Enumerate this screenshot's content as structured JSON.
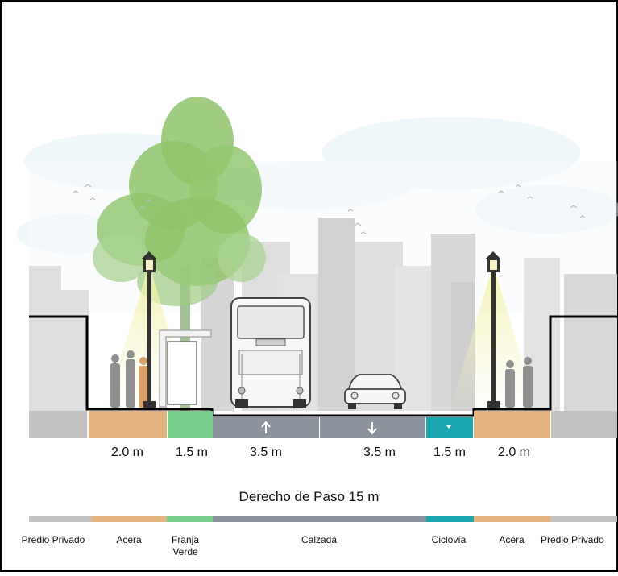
{
  "colors": {
    "predio": "#c2c2c2",
    "acera": "#e3b27f",
    "franja": "#79cf8e",
    "calzada": "#8d939c",
    "ciclovia": "#1aa7b0",
    "tree": "#8fc46b",
    "building": "#dcdcdc"
  },
  "dimensions": [
    "2.0 m",
    "1.5 m",
    "3.5 m",
    "3.5 m",
    "1.5 m",
    "2.0 m"
  ],
  "right_of_way": "Derecho de Paso 15 m",
  "zones": [
    {
      "label": "Predio Privado",
      "color_key": "predio"
    },
    {
      "label": "Acera",
      "color_key": "acera"
    },
    {
      "label": "Franja\nVerde",
      "color_key": "franja"
    },
    {
      "label": "Calzada",
      "color_key": "calzada"
    },
    {
      "label": "Ciclovía",
      "color_key": "ciclovia"
    },
    {
      "label": "Acera",
      "color_key": "acera"
    },
    {
      "label": "Predio Privado",
      "color_key": "predio"
    }
  ],
  "icons": [
    "tree",
    "street-lamp",
    "bus-stop-shelter",
    "bus",
    "car",
    "pedestrians",
    "birds",
    "city-skyline",
    "arrow-up-icon",
    "arrow-down-icon"
  ]
}
